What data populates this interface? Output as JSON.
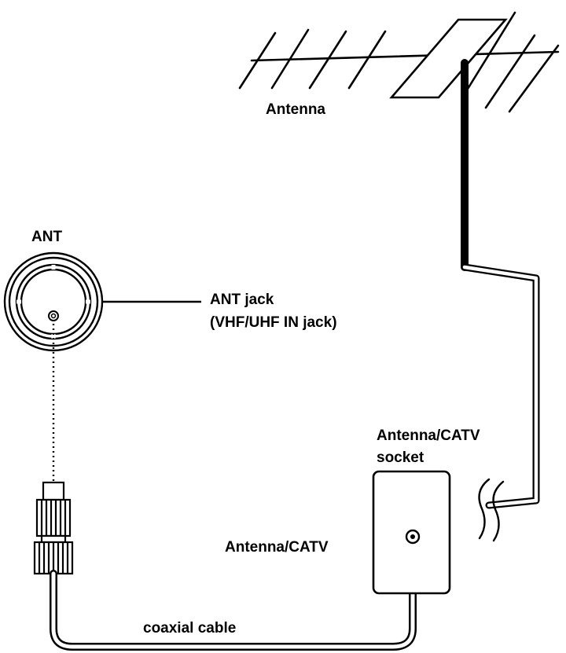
{
  "labels": {
    "antenna": "Antenna",
    "ant": "ANT",
    "ant_jack_line1": "ANT jack",
    "ant_jack_line2": "(VHF/UHF IN jack)",
    "socket_line1": "Antenna/CATV",
    "socket_line2": "socket",
    "wall_outlet": "Antenna/CATV",
    "coaxial_cable": "coaxial cable"
  },
  "colors": {
    "ink": "#000000",
    "background": "#ffffff"
  },
  "icons": {
    "antenna": "yagi-antenna-icon",
    "jack": "ant-jack-icon",
    "plug": "coaxial-plug-icon",
    "socket": "wall-socket-icon"
  }
}
